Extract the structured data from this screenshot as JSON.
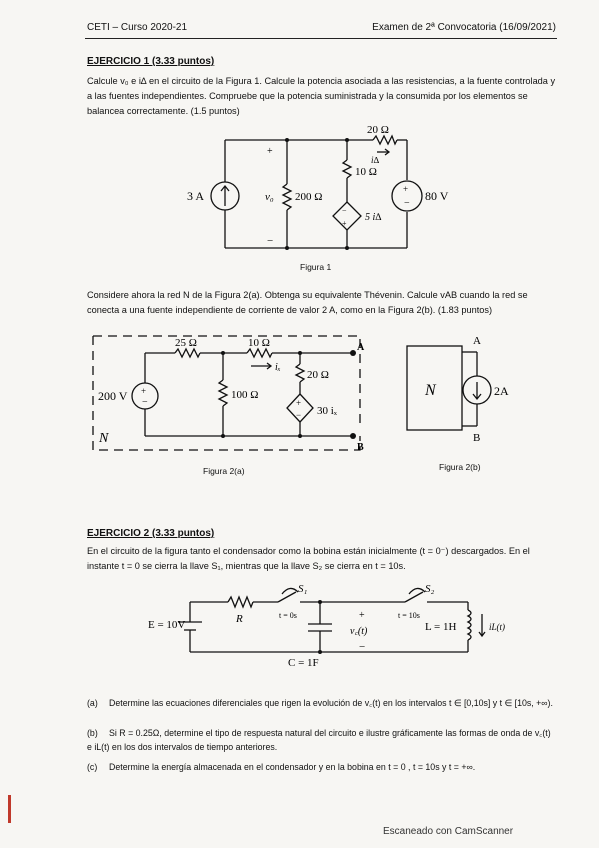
{
  "header": {
    "left": "CETI – Curso 2020-21",
    "right": "Examen de 2ª Convocatoria (16/09/2021)"
  },
  "ex1": {
    "title": "EJERCICIO 1 (3.33 puntos)",
    "p1": "Calcule v₀ e i∆ en el circuito de la Figura 1. Calcule la potencia asociada a las resistencias, a la fuente controlada y a las fuentes independientes. Compruebe que la potencia suministrada y la consumida por los elementos se balancea correctamente. (1.5 puntos)",
    "fig1_caption": "Figura 1",
    "fig1": {
      "src1": "3 A",
      "v0": "v₀",
      "r200": "200 Ω",
      "r20": "20 Ω",
      "idelta": "i∆",
      "r10": "10 Ω",
      "dep": "5 i∆",
      "src2": "80 V",
      "plus": "+",
      "minus": "−"
    },
    "p2": "Considere ahora la red N de la Figura 2(a). Obtenga su equivalente Thévenin. Calcule vAB cuando la red se conecta a una fuente independiente de corriente de valor 2 A, como en la Figura 2(b). (1.83 puntos)",
    "fig2a_caption": "Figura 2(a)",
    "fig2b_caption": "Figura 2(b)",
    "fig2a": {
      "r25": "25 Ω",
      "r10": "10 Ω",
      "ix": "iₓ",
      "r20": "20 Ω",
      "r100": "100 Ω",
      "src": "200 V",
      "dep": "30 iₓ",
      "net": "N",
      "a": "A",
      "b": "B"
    },
    "fig2b": {
      "net": "N",
      "a": "A",
      "b": "B",
      "src": "2A"
    }
  },
  "ex2": {
    "title": "EJERCICIO 2 (3.33 puntos)",
    "p1": "En el circuito de la figura tanto el condensador como la bobina están inicialmente (t = 0⁻) descargados. En el instante t = 0 se cierra la llave S₁, mientras que la llave S₂ se cierra en t = 10s.",
    "fig": {
      "e": "E = 10V",
      "r": "R",
      "s1": "S₁",
      "t0": "t = 0s",
      "s2": "S₂",
      "t10": "t = 10s",
      "vc": "v꜀(t)",
      "c": "C = 1F",
      "l": "L = 1H",
      "il": "iL(t)",
      "plus": "+",
      "minus": "−"
    },
    "items": [
      {
        "label": "(a)",
        "text": "Determine las ecuaciones diferenciales que rigen la evolución de v꜀(t) en los intervalos t ∈ [0,10s] y t ∈ [10s, +∞)."
      },
      {
        "label": "(b)",
        "text": "Si R = 0.25Ω, determine el tipo de respuesta natural del circuito e ilustre gráficamente las formas de onda de v꜀(t) e iL(t) en los dos intervalos de tiempo anteriores."
      },
      {
        "label": "(c)",
        "text": "Determine la energía almacenada en el condensador y en la bobina en t = 0 , t = 10s y t = +∞."
      }
    ]
  },
  "footer": "Escaneado con CamScanner"
}
